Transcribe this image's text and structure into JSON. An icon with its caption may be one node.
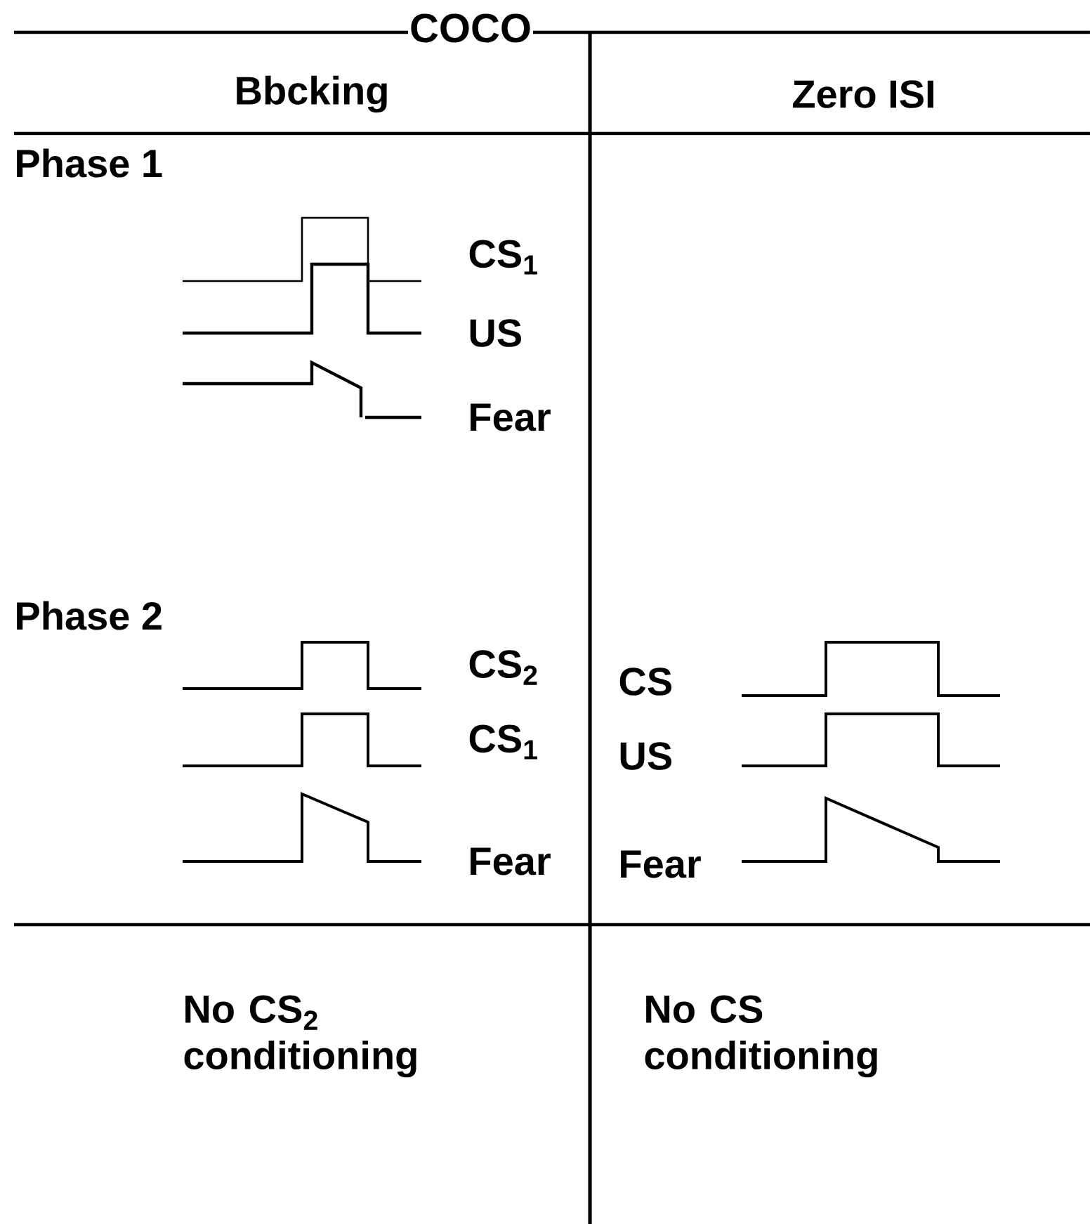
{
  "diagram": {
    "title": "COCO",
    "labels": [
      "Bbcking",
      "Zero ISI",
      "Phase 1",
      "CS$_{1}$",
      "US",
      "Fear",
      "Phase 2",
      "CS$_{2}$",
      "CS",
      "CS$_{1}$",
      "US",
      "Fear",
      "Fear",
      "No CS$_{2}$ conditioning",
      "No CS conditioning"
    ]
  }
}
